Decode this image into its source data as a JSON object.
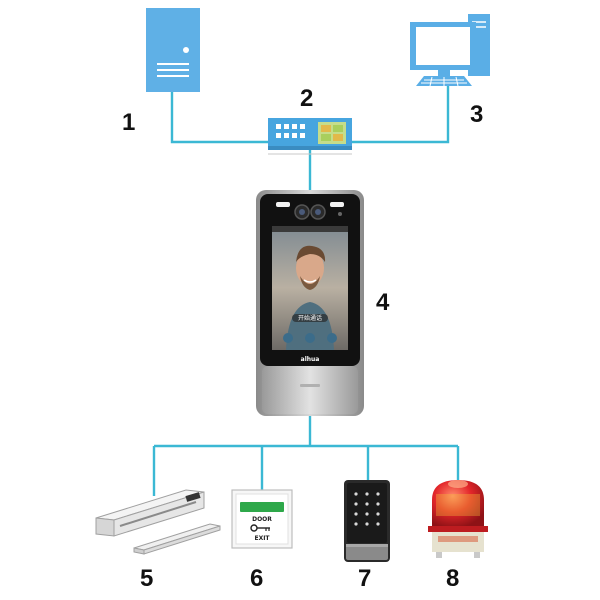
{
  "diagram": {
    "nodes": [
      {
        "id": "server",
        "label": "1"
      },
      {
        "id": "switch",
        "label": "2"
      },
      {
        "id": "pc",
        "label": "3"
      },
      {
        "id": "face-terminal",
        "label": "4"
      },
      {
        "id": "magnetic-lock",
        "label": "5"
      },
      {
        "id": "exit-button",
        "label": "6"
      },
      {
        "id": "card-reader",
        "label": "7"
      },
      {
        "id": "alarm-light",
        "label": "8"
      }
    ],
    "edges": [
      {
        "from": "server",
        "to": "switch"
      },
      {
        "from": "pc",
        "to": "switch"
      },
      {
        "from": "switch",
        "to": "face-terminal"
      },
      {
        "from": "face-terminal",
        "to": "magnetic-lock"
      },
      {
        "from": "face-terminal",
        "to": "exit-button"
      },
      {
        "from": "face-terminal",
        "to": "card-reader"
      },
      {
        "from": "face-terminal",
        "to": "alarm-light"
      }
    ],
    "device_texts": {
      "brand": "alhua",
      "screen_caption": "开始通话",
      "exit_button_top": "DOOR",
      "exit_button_bottom": "EXIT"
    },
    "colors": {
      "line": "#3bb8d4",
      "server_blue": "#5fb0e6",
      "pc_blue": "#5aaee6",
      "switch_blue": "#47a5df",
      "label": "#111111",
      "alarm_red": "#e3262a"
    }
  }
}
